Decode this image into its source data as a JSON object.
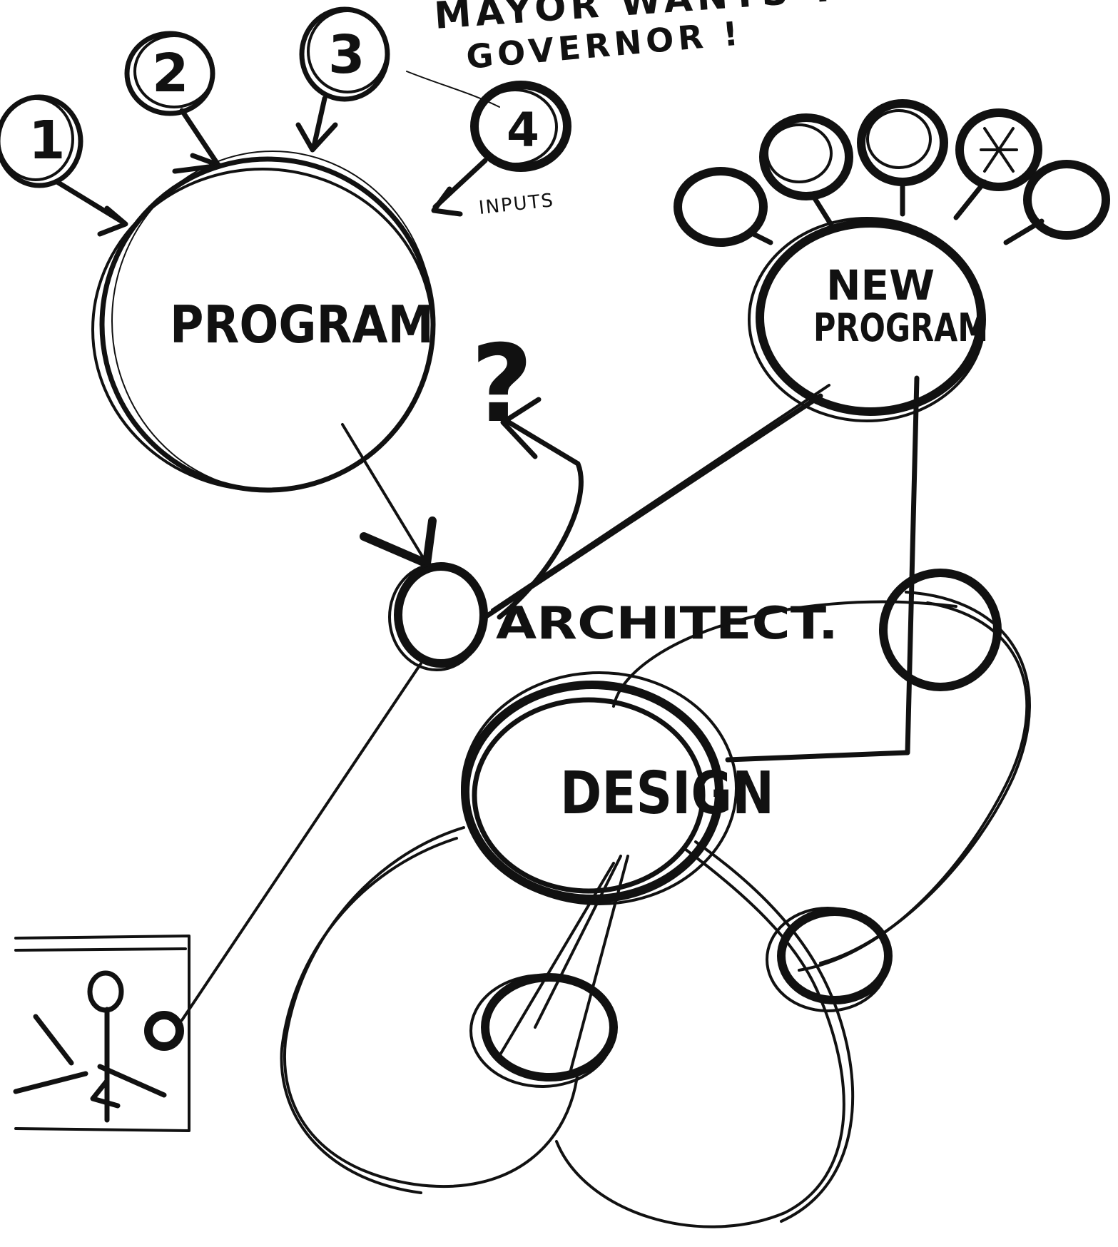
{
  "header_note": {
    "line1": "MAYOR WANTS TO BE",
    "line2": "GOVERNOR !"
  },
  "nodes": {
    "program": "PROGRAM",
    "new_program": {
      "line1": "NEW",
      "line2": "PROGRAM"
    },
    "architect": "ARCHITECT.",
    "design": "DESIGN",
    "question": "?"
  },
  "inputs": {
    "label": "INPUTS",
    "items": [
      "1",
      "2",
      "3",
      "4"
    ]
  },
  "colors": {
    "ink": "#111111",
    "paper": "#ffffff"
  }
}
